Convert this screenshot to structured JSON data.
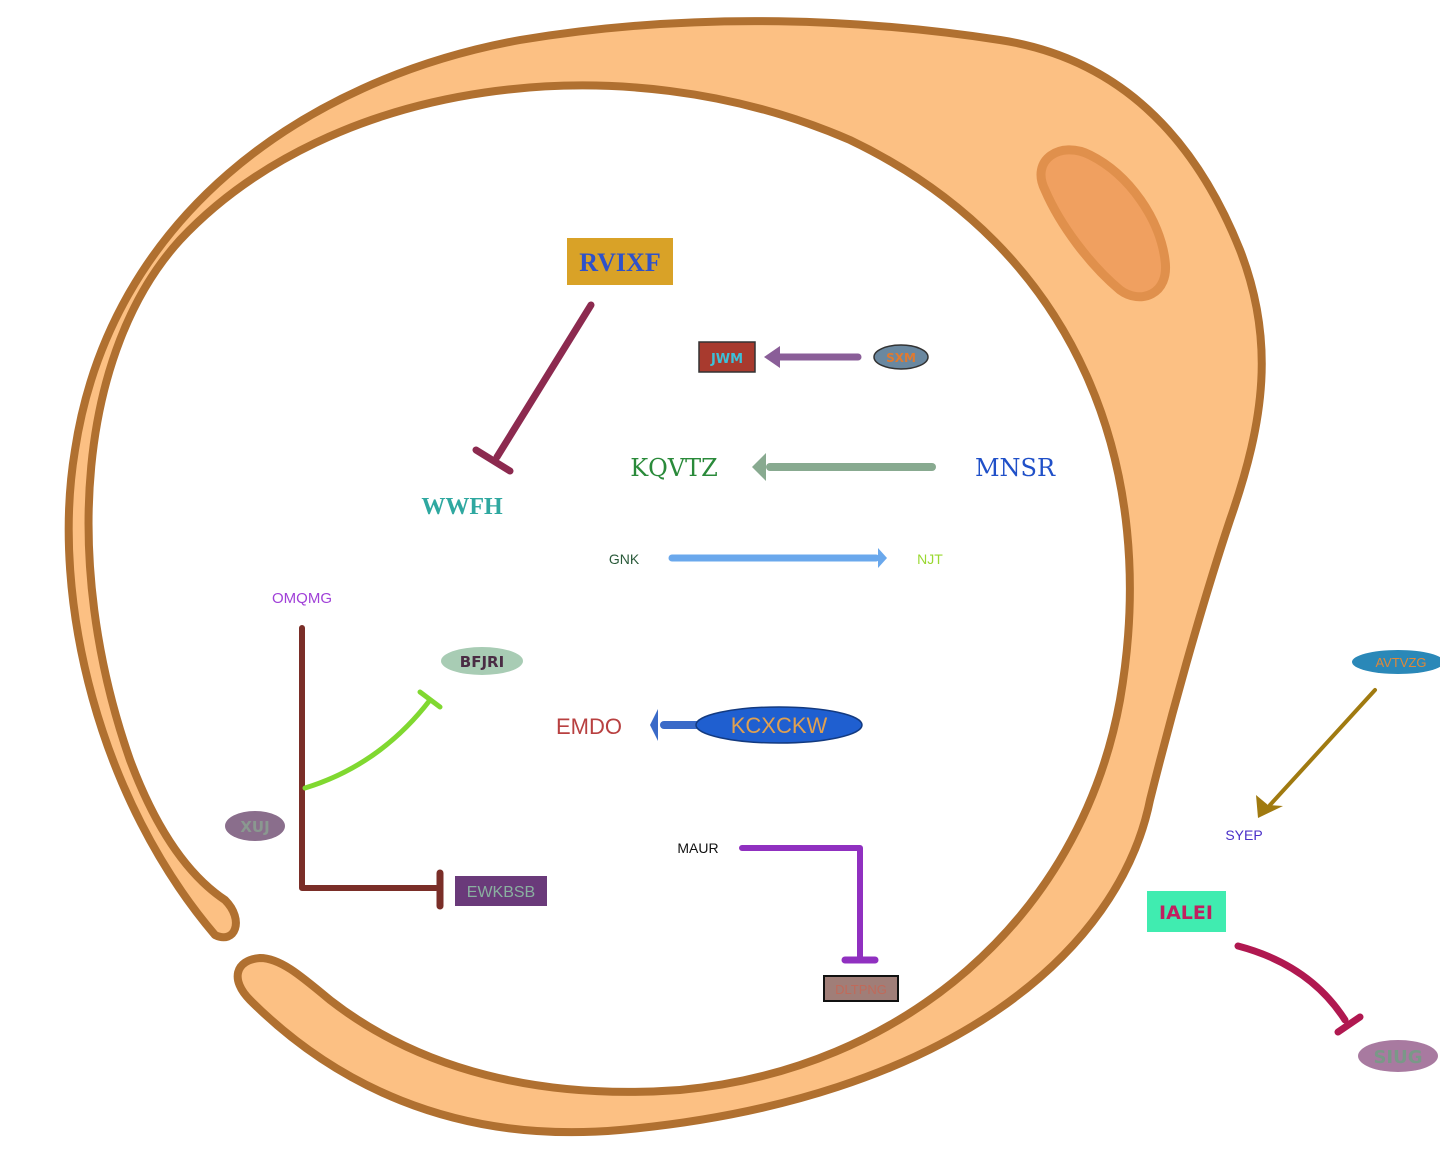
{
  "nodes": {
    "rvixf": "RVIXF",
    "wwfh": "WWFH",
    "jwm": "JWM",
    "sxm": "SXM",
    "kqvtz": "KQVTZ",
    "mnsr": "MNSR",
    "gnk": "GNK",
    "njt": "NJT",
    "omqmg": "OMQMG",
    "bfjri": "BFJRI",
    "emdo": "EMDO",
    "kcxckw": "KCXCKW",
    "xuj": "XUJ",
    "ewkbsb": "EWKBSB",
    "maur": "MAUR",
    "dltpng": "DLTPNG",
    "avtvzg": "AVTVZG",
    "syep": "SYEP",
    "ialei": "IALEI",
    "siug": "SIUG"
  },
  "colors": {
    "cell_fill": "#fcc083",
    "cell_stroke": "#b07030",
    "nucleus_fill": "#f0a060",
    "nucleus_stroke": "#e0904c"
  }
}
